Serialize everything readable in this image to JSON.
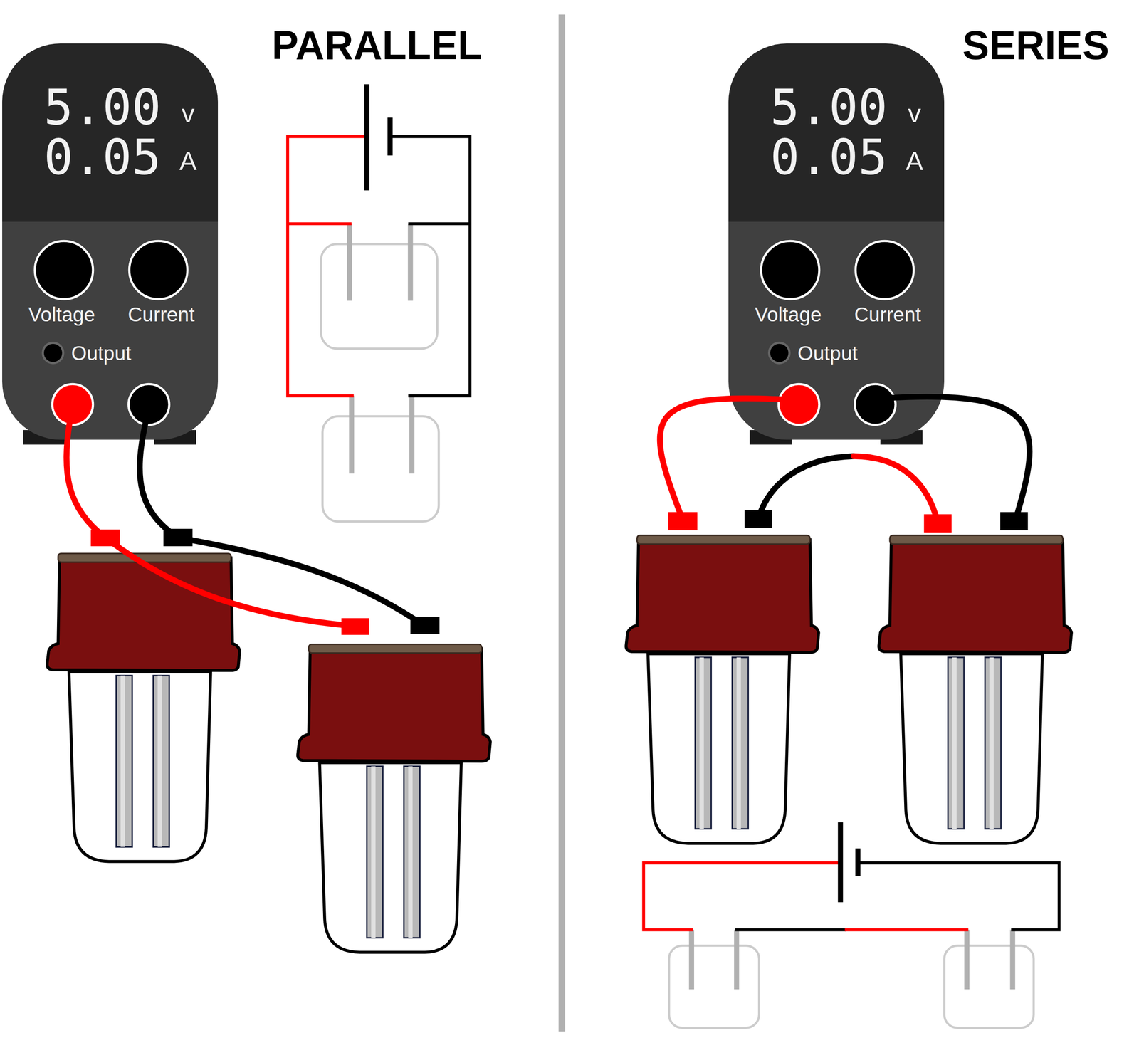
{
  "diagram": {
    "nodes": [
      {
        "text": [
          "5.00",
          "v",
          "0.05",
          "A",
          "Voltage",
          "Current",
          "Output"
        ]
      },
      {
        "text": [
          "5.00",
          "v",
          "0.05",
          "A",
          "Voltage",
          "Current",
          "Output"
        ]
      }
    ],
    "labels": [
      "PARALLEL",
      "SERIES"
    ]
  }
}
